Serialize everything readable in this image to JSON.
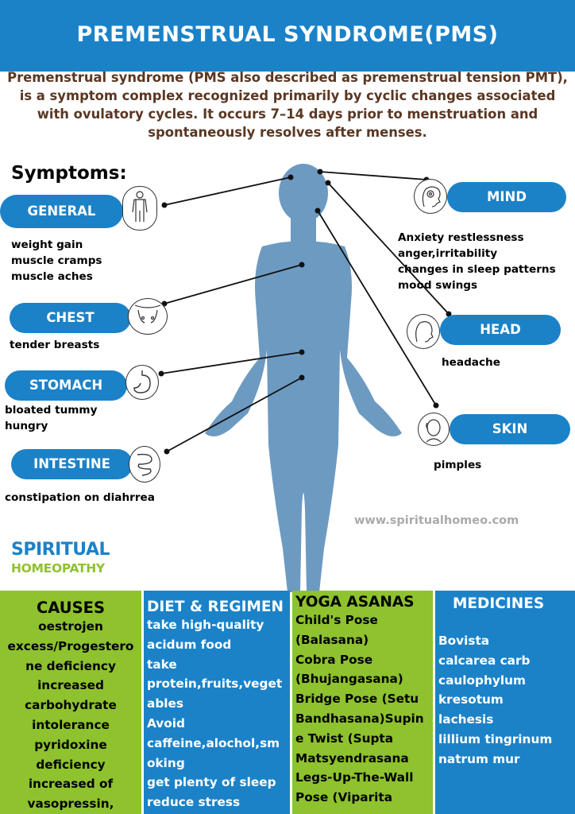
{
  "title": "PREMENSTRUAL SYNDROME(PMS)",
  "intro": "Premenstrual syndrome (PMS also described as premenstrual tension PMT), is a symptom complex recognized primarily by cyclic changes associated with ovulatory cycles. It occurs 7–14 days prior to menstruation and spontaneously resolves after menses.",
  "symptoms_heading": "Symptoms:",
  "colors": {
    "blue": "#1b82c8",
    "green": "#8ec22e",
    "brown": "#5a3722",
    "body": "#6d9ac1"
  },
  "left_symptoms": [
    {
      "label": "GENERAL",
      "icon": "body-outline-icon",
      "lines": [
        "weight gain",
        "muscle cramps",
        "muscle aches"
      ]
    },
    {
      "label": "CHEST",
      "icon": "chest-icon",
      "lines": [
        "tender breasts"
      ]
    },
    {
      "label": "STOMACH",
      "icon": "stomach-icon",
      "lines": [
        "bloated tummy",
        "hungry"
      ]
    },
    {
      "label": "INTESTINE",
      "icon": "intestine-icon",
      "lines": [
        "constipation on diahrrea"
      ]
    }
  ],
  "right_symptoms": [
    {
      "label": "MIND",
      "icon": "brain-head-icon",
      "lines": [
        "Anxiety restlessness",
        "anger,irritability",
        "changes in sleep patterns",
        "mood swings"
      ]
    },
    {
      "label": "HEAD",
      "icon": "head-profile-icon",
      "lines": [
        "headache"
      ]
    },
    {
      "label": "SKIN",
      "icon": "face-icon",
      "lines": [
        "pimples"
      ]
    }
  ],
  "website": "www.spiritualhomeo.com",
  "brand": {
    "line1": "SPIRITUAL",
    "line2": "HOMEOPATHY"
  },
  "columns": [
    {
      "title": "CAUSES",
      "lines": [
        "oestrojen",
        "excess/Progestero",
        "ne deficiency",
        "increased",
        "carbohydrate",
        "intolerance",
        "pyridoxine",
        "deficiency",
        "increased of",
        "vasopressin,"
      ]
    },
    {
      "title": "DIET & REGIMEN",
      "lines": [
        "take high-quality",
        "acidum food",
        "take",
        "protein,fruits,veget",
        "ables",
        "Avoid",
        "caffeine,alochol,sm",
        "oking",
        "get plenty of sleep",
        "reduce stress"
      ]
    },
    {
      "title": "YOGA ASANAS",
      "lines": [
        "Child's Pose",
        "(Balasana)",
        "Cobra Pose",
        "(Bhujangasana)",
        "Bridge Pose (Setu",
        "Bandhasana)Supin",
        "e Twist (Supta",
        "Matsyendrasana",
        "Legs-Up-The-Wall",
        "Pose (Viparita"
      ]
    },
    {
      "title": "MEDICINES",
      "lines": [
        "Bovista",
        "calcarea carb",
        "caulophylum",
        "kresotum",
        "lachesis",
        "lillium tingrinum",
        "natrum mur"
      ]
    }
  ]
}
